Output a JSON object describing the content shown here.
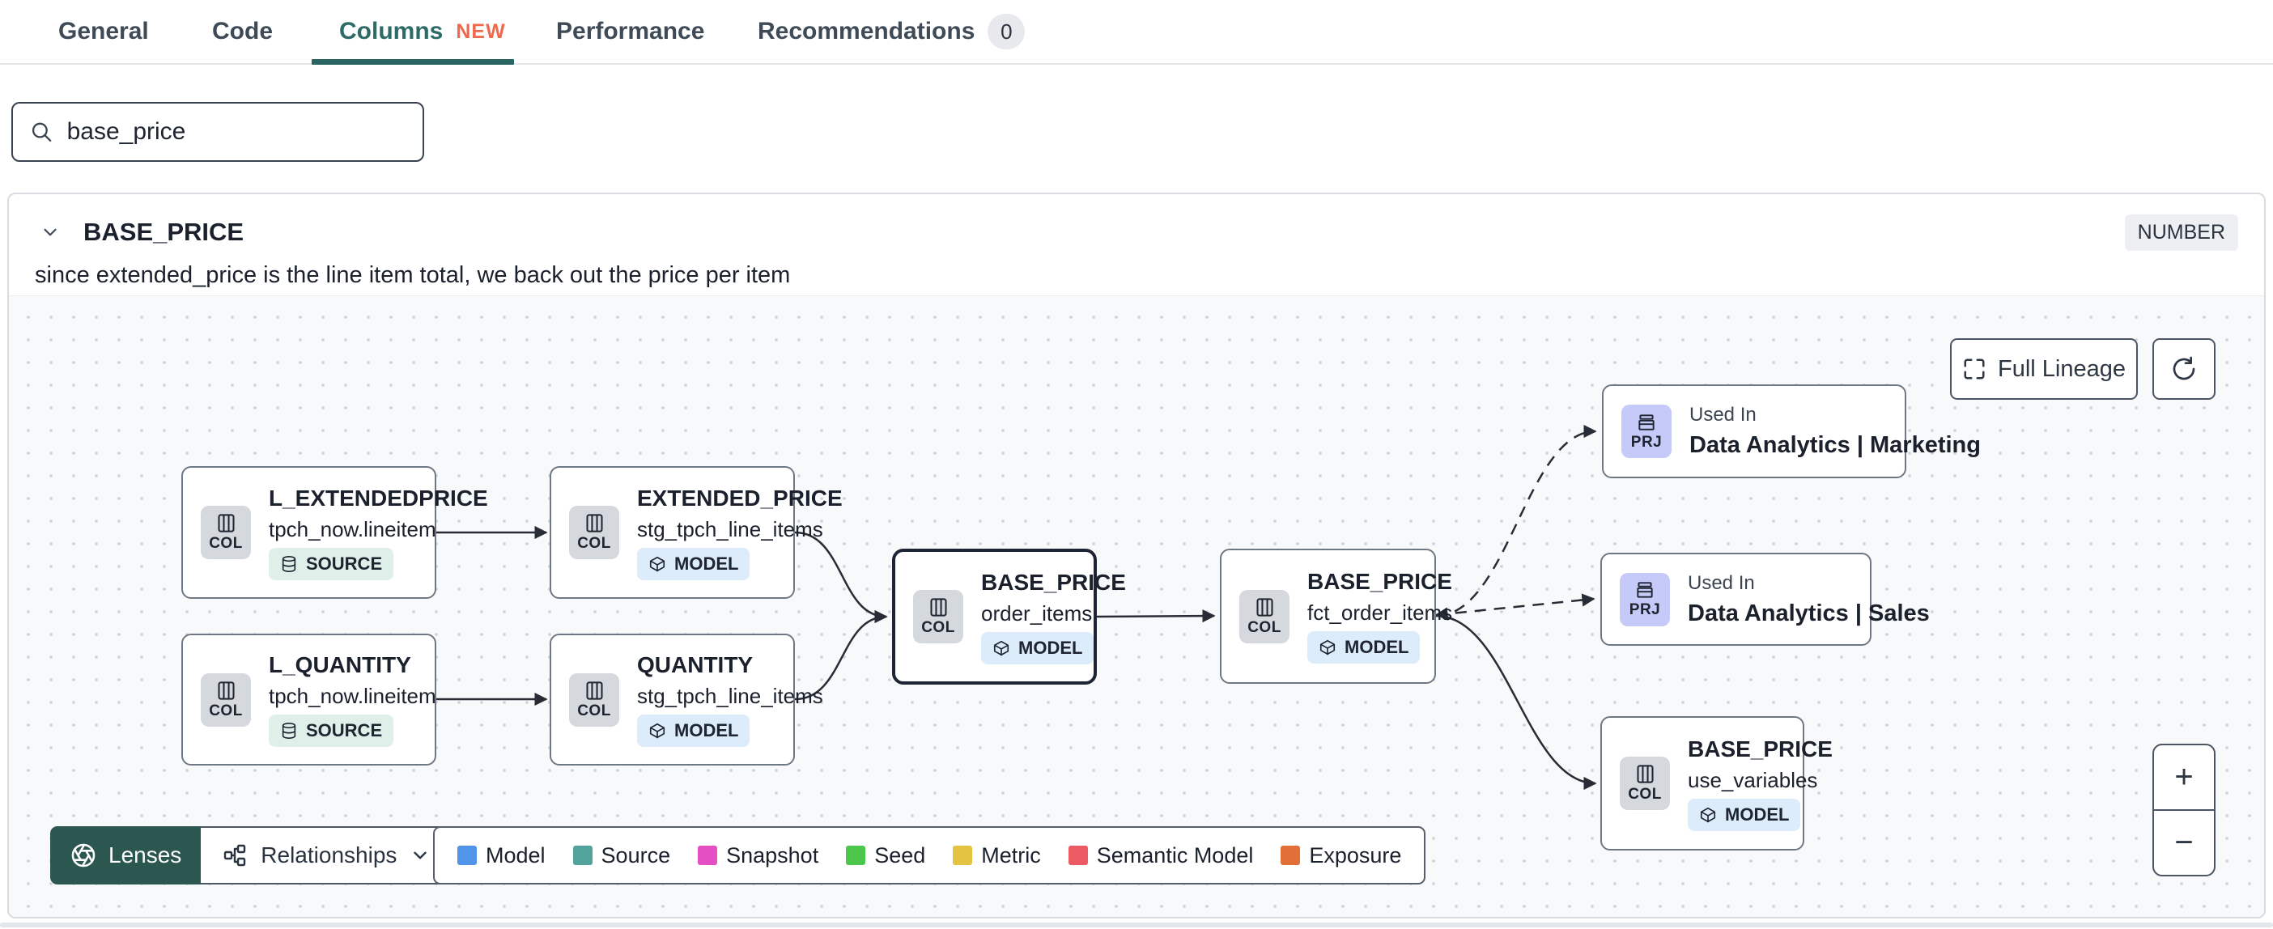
{
  "tabs": {
    "items": [
      {
        "label": "General"
      },
      {
        "label": "Code"
      },
      {
        "label": "Columns",
        "badge": "NEW"
      },
      {
        "label": "Performance"
      },
      {
        "label": "Recommendations",
        "count": "0"
      }
    ]
  },
  "search": {
    "value": "base_price"
  },
  "column": {
    "name": "BASE_PRICE",
    "type": "NUMBER",
    "description": "since extended_price is the line item total, we back out the price per item"
  },
  "lineage": {
    "controls": {
      "full_lineage_label": "Full Lineage",
      "zoom_in_label": "+",
      "zoom_out_label": "−"
    },
    "toolbar": {
      "lenses_label": "Lenses",
      "relationships_label": "Relationships"
    },
    "legend": [
      {
        "label": "Model",
        "color": "#5095e8"
      },
      {
        "label": "Source",
        "color": "#52a39c"
      },
      {
        "label": "Snapshot",
        "color": "#e44fc4"
      },
      {
        "label": "Seed",
        "color": "#4cc74c"
      },
      {
        "label": "Metric",
        "color": "#e3c33f"
      },
      {
        "label": "Semantic Model",
        "color": "#ec5a63"
      },
      {
        "label": "Exposure",
        "color": "#e07038"
      }
    ],
    "nodes": [
      {
        "tile": "COL",
        "title": "L_EXTENDEDPRICE",
        "subtitle": "tpch_now.lineitem",
        "badge": "SOURCE"
      },
      {
        "tile": "COL",
        "title": "L_QUANTITY",
        "subtitle": "tpch_now.lineitem",
        "badge": "SOURCE"
      },
      {
        "tile": "COL",
        "title": "EXTENDED_PRICE",
        "subtitle": "stg_tpch_line_items",
        "badge": "MODEL"
      },
      {
        "tile": "COL",
        "title": "QUANTITY",
        "subtitle": "stg_tpch_line_items",
        "badge": "MODEL"
      },
      {
        "tile": "COL",
        "title": "BASE_PRICE",
        "subtitle": "order_items",
        "badge": "MODEL"
      },
      {
        "tile": "COL",
        "title": "BASE_PRICE",
        "subtitle": "fct_order_items",
        "badge": "MODEL"
      },
      {
        "tile": "PRJ",
        "label": "Used In",
        "title": "Data Analytics | Marketing"
      },
      {
        "tile": "PRJ",
        "label": "Used In",
        "title": "Data Analytics | Sales"
      },
      {
        "tile": "COL",
        "title": "BASE_PRICE",
        "subtitle": "use_variables",
        "badge": "MODEL"
      }
    ]
  }
}
